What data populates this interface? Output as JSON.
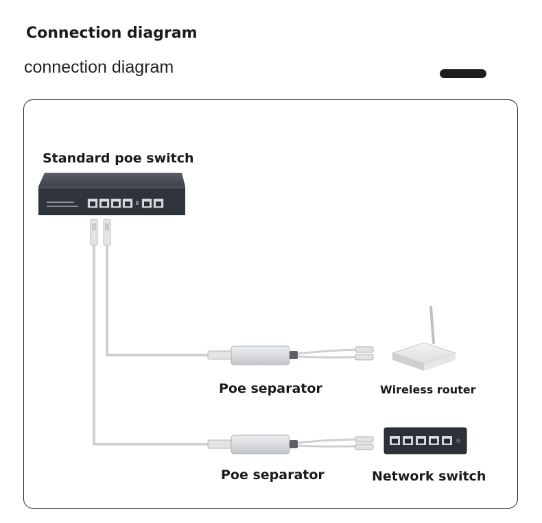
{
  "header": {
    "title_bold": "Connection diagram",
    "title_light": "connection diagram"
  },
  "diagram": {
    "poe_switch": {
      "label": "Standard poe switch"
    },
    "separator_top": {
      "label": "Poe separator"
    },
    "separator_bottom": {
      "label": "Poe separator"
    },
    "wireless_router": {
      "label": "Wireless router"
    },
    "network_switch": {
      "label": "Network switch"
    }
  },
  "colors": {
    "cable": "#cfcfcf",
    "device_dark": "#3c4047",
    "separator_body": "#d9dbde",
    "frame": "#222222"
  }
}
